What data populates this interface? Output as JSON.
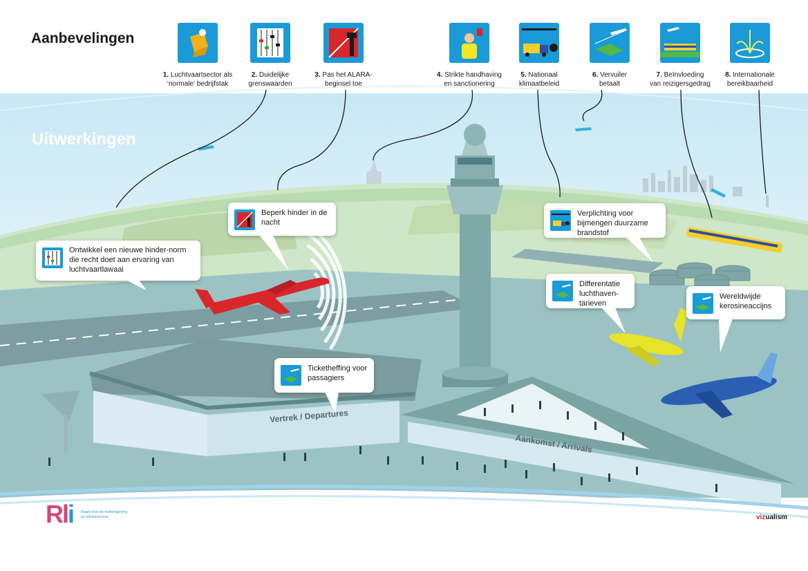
{
  "title": "Aanbevelingen",
  "subtitle": "Uitwerkingen",
  "recommendations": [
    {
      "num": "1.",
      "line1": "Luchtvaartsector als",
      "line2": "‘normale’ bedrijfstak",
      "icon": "airport-cube-icon"
    },
    {
      "num": "2.",
      "line1": "Duidelijke",
      "line2": "grenswaarden",
      "icon": "sliders-icon"
    },
    {
      "num": "3.",
      "line1": "Pas het ALARA-",
      "line2": "beginsel toe",
      "icon": "control-tower-graph-icon"
    },
    {
      "num": "4.",
      "line1": "Strikte handhaving",
      "line2": "en sanctionering",
      "icon": "referee-icon"
    },
    {
      "num": "5.",
      "line1": "Nationaal",
      "line2": "klimaatbeleid",
      "icon": "fuel-truck-icon"
    },
    {
      "num": "6.",
      "line1": "Vervuiler",
      "line2": "betaalt",
      "icon": "plane-money-icon"
    },
    {
      "num": "7.",
      "line1": "Beïnvloeding",
      "line2": "van reizigersgedrag",
      "icon": "train-plane-icon"
    },
    {
      "num": "8.",
      "line1": "Internationale",
      "line2": "bereikbaarheid",
      "icon": "fountain-icon"
    }
  ],
  "callouts": {
    "hindernorm": {
      "text": "Ontwikkel een nieuwe hinder-norm die recht doet aan ervaring van luchtvaartlawaai",
      "icon": "sliders-icon"
    },
    "nacht": {
      "text": "Beperk hinder in de nacht",
      "icon": "control-tower-graph-icon"
    },
    "bijmengen": {
      "text": "Verplichting voor bijmengen duurzame brandstof",
      "icon": "fuel-truck-icon"
    },
    "differentiatie": {
      "text": "Differentatie luchthaven-tarieven",
      "icon": "plane-money-icon"
    },
    "kerosine": {
      "text": "Wereldwijde kerosineaccijns",
      "icon": "plane-money-icon"
    },
    "ticket": {
      "text": "Ticketheffing voor passagiers",
      "icon": "plane-money-icon"
    }
  },
  "signs": {
    "departures": "Vertrek / Departures",
    "arrivals": "Aankomst / Arrivals"
  },
  "logo": {
    "mark": "Rli",
    "tagline": "Raad voor de leefomgeving en infrastructuur"
  },
  "credit": {
    "prefix": "viz",
    "suffix": "ualism"
  },
  "colors": {
    "accent": "#1a9ad6",
    "sky": "#bfe3f2",
    "ground": "#8fbfbf",
    "building": "#6f9c9a",
    "red_plane": "#d9262b",
    "yellow_plane": "#e6e32a",
    "blue_plane": "#2a5fb3"
  }
}
